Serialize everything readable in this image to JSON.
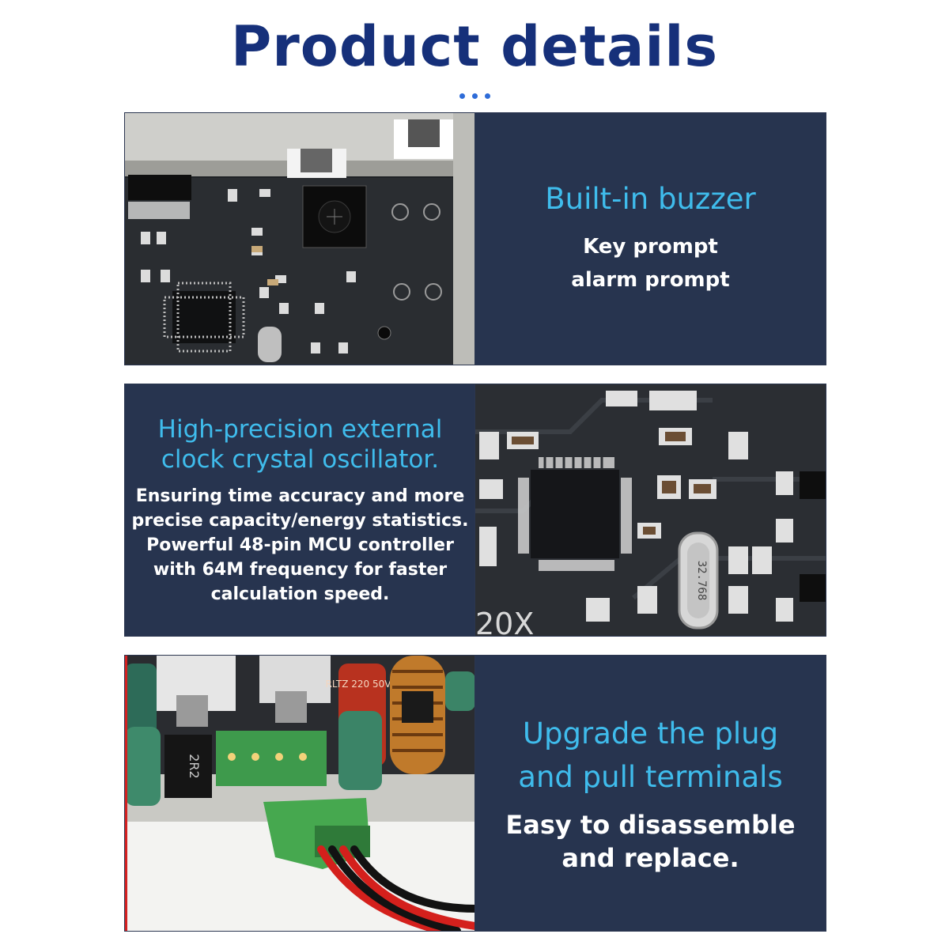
{
  "header": {
    "title": "Product details"
  },
  "features": [
    {
      "title_lines": [
        "Built-in buzzer"
      ],
      "desc_lines": [
        "Key prompt",
        "alarm prompt"
      ]
    },
    {
      "title_lines": [
        "High-precision external",
        "clock crystal oscillator."
      ],
      "desc_lines": [
        "Ensuring time accuracy and more",
        "precise capacity/energy statistics.",
        "Powerful 48-pin MCU controller",
        "with 64M frequency for faster",
        "calculation speed."
      ]
    },
    {
      "title_lines": [
        "Upgrade the plug",
        "and pull terminals"
      ],
      "desc_lines": [
        "Easy to disassemble",
        "and replace."
      ]
    }
  ],
  "photos": {
    "crystal_label": "32.768",
    "inductor_label": "2R2",
    "capacitor_label": "RLTZ 220 50V",
    "board_marking": "20X"
  },
  "colors": {
    "title": "#16307a",
    "accent": "#3fbcec",
    "panel": "#27344f",
    "dots": "#2e6cd8"
  }
}
